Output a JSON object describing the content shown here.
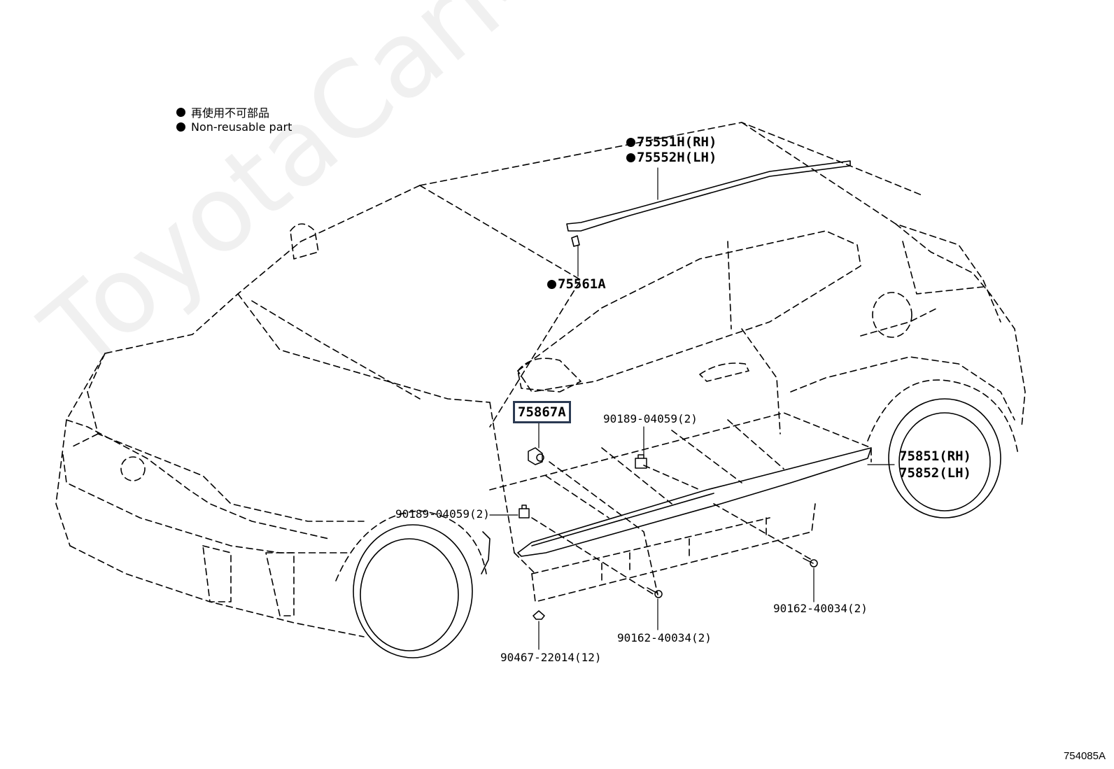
{
  "legend": {
    "jp": "再使用不可部品",
    "en": "Non-reusable part"
  },
  "parts": {
    "p75551H": "75551H(RH)",
    "p75552H": "75552H(LH)",
    "p75561A": "75561A",
    "p75867A": "75867A",
    "clip_top": "90189-04059(2)",
    "clip_left": "90189-04059(2)",
    "p75851": "75851(RH)",
    "p75852": "75852(LH)",
    "screw_right": "90162-40034(2)",
    "screw_mid": "90162-40034(2)",
    "nut": "90467-22014(12)"
  },
  "watermark": "ToyotaCarMine.ru",
  "diagram_id": "754085A",
  "colors": {
    "line": "#000000",
    "highlight_box": "#2b3a52"
  }
}
